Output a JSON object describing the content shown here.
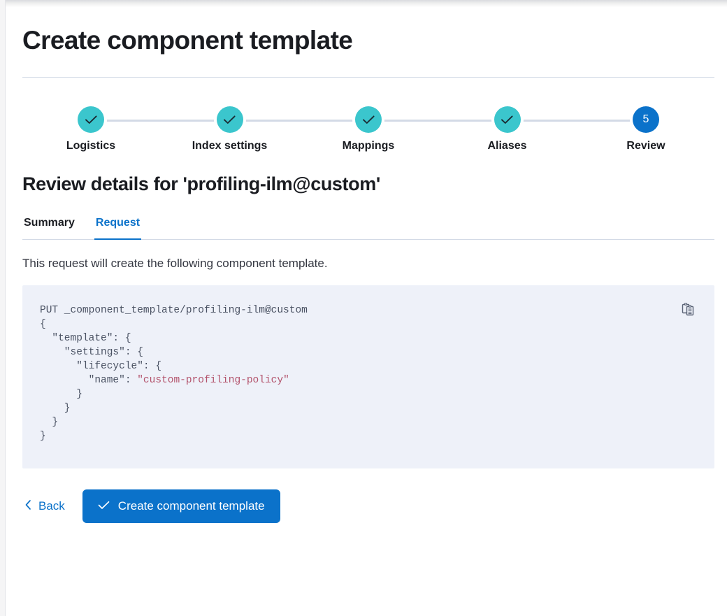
{
  "page": {
    "title": "Create component template",
    "review_heading": "Review details for 'profiling-ilm@custom'",
    "description": "This request will create the following component template."
  },
  "steps": {
    "items": [
      {
        "label": "Logistics",
        "number": "1",
        "state": "complete",
        "icon": "check-icon"
      },
      {
        "label": "Index settings",
        "number": "2",
        "state": "complete",
        "icon": "check-icon"
      },
      {
        "label": "Mappings",
        "number": "3",
        "state": "complete",
        "icon": "check-icon"
      },
      {
        "label": "Aliases",
        "number": "4",
        "state": "complete",
        "icon": "check-icon"
      },
      {
        "label": "Review",
        "number": "5",
        "state": "current",
        "icon": ""
      }
    ],
    "complete_color": "#3bc6cd",
    "current_color": "#0b72ca",
    "connector_color": "#d3dae6"
  },
  "tabs": [
    {
      "label": "Summary",
      "active": false
    },
    {
      "label": "Request",
      "active": true
    }
  ],
  "code": {
    "copy_icon": "copy-clipboard-icon",
    "method_line": "PUT _component_template/profiling-ilm@custom",
    "lines": [
      {
        "text": "{"
      },
      {
        "text": "  \"template\": {"
      },
      {
        "text": "    \"settings\": {"
      },
      {
        "text": "      \"lifecycle\": {"
      },
      {
        "text": "        \"name\": ",
        "string_value": "\"custom-profiling-policy\""
      },
      {
        "text": "      }"
      },
      {
        "text": "    }"
      },
      {
        "text": "  }"
      },
      {
        "text": "}"
      }
    ],
    "background": "#eef1f9",
    "string_color": "#b3536c"
  },
  "actions": {
    "back_label": "Back",
    "back_icon": "chevron-left-icon",
    "submit_label": "Create component template",
    "submit_icon": "check-icon",
    "submit_color": "#0b72ca"
  }
}
